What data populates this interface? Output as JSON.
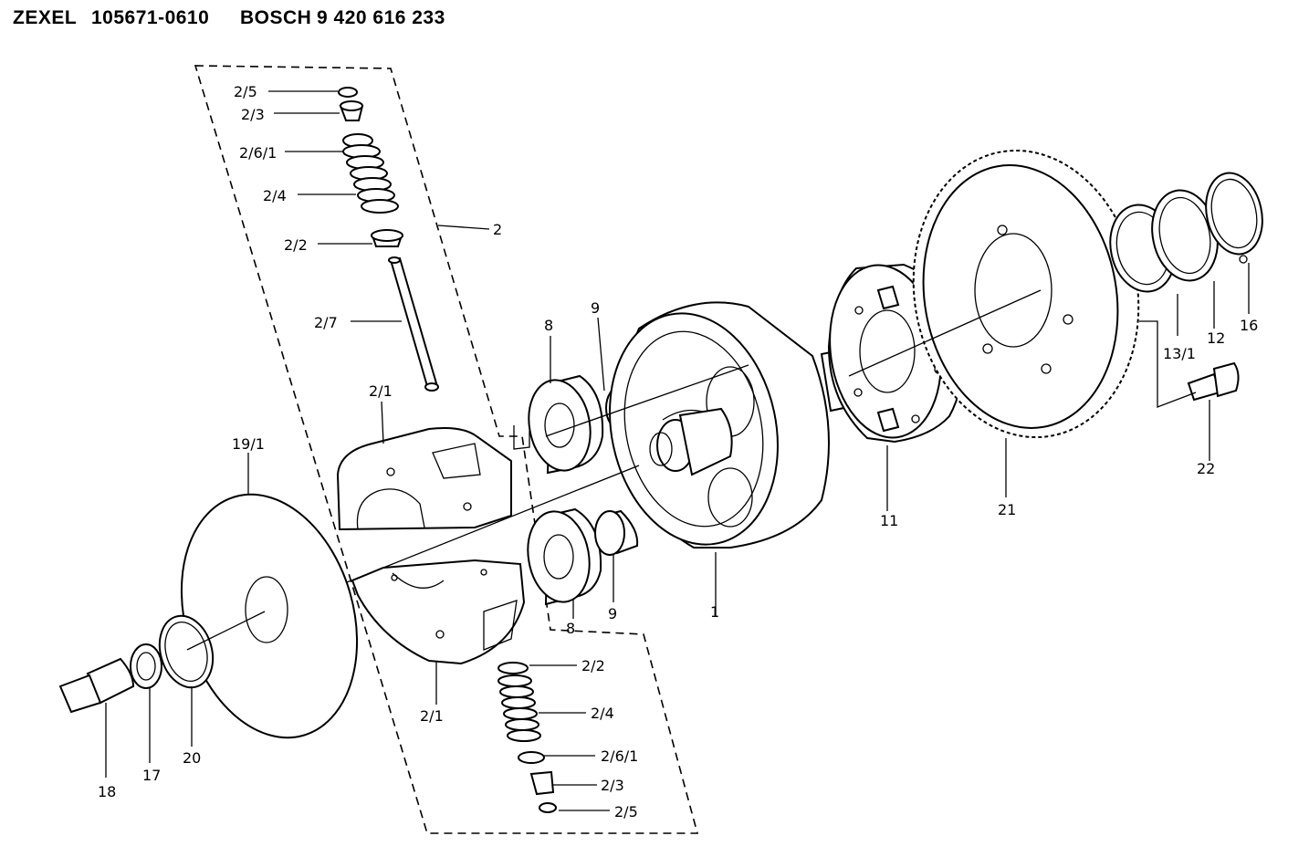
{
  "header": {
    "brand1": "ZEXEL",
    "number1": "105671-0610",
    "brand2": "BOSCH",
    "number2": "9 420 616 233"
  },
  "labels": {
    "l_2_5_top": "2/5",
    "l_2_3_top": "2/3",
    "l_2_6_1_top": "2/6/1",
    "l_2_4_top": "2/4",
    "l_2_2_top": "2/2",
    "l_2": "2",
    "l_2_7": "2/7",
    "l_2_1_top": "2/1",
    "l_8_top": "8",
    "l_9_top": "9",
    "l_19_1": "19/1",
    "l_1": "1",
    "l_11": "11",
    "l_21": "21",
    "l_22": "22",
    "l_13_1": "13/1",
    "l_12": "12",
    "l_16": "16",
    "l_8_bot": "8",
    "l_9_bot": "9",
    "l_2_1_bot": "2/1",
    "l_2_2_bot": "2/2",
    "l_2_4_bot": "2/4",
    "l_2_6_1_bot": "2/6/1",
    "l_2_3_bot": "2/3",
    "l_2_5_bot": "2/5",
    "l_20": "20",
    "l_17": "17",
    "l_18": "18"
  }
}
